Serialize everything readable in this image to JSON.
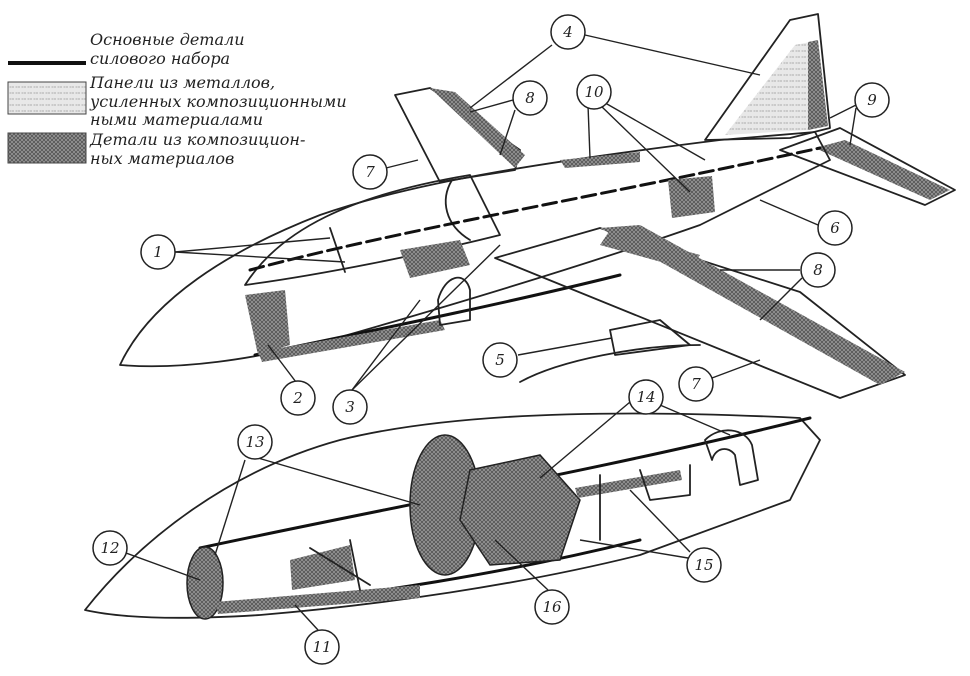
{
  "legend": {
    "items": [
      {
        "lines": [
          "Основные детали",
          "силового набора"
        ],
        "swatch": "thick-line"
      },
      {
        "lines": [
          "Панели из металлов,",
          "усиленных композиционными",
          "ными материалами"
        ],
        "swatch": "light-hatch"
      },
      {
        "lines": [
          "Детали из композицион-",
          "ных материалов"
        ],
        "swatch": "dense-hatch"
      }
    ]
  },
  "callouts": [
    "1",
    "2",
    "3",
    "4",
    "5",
    "6",
    "7",
    "7",
    "8",
    "8",
    "9",
    "10",
    "11",
    "12",
    "13",
    "14",
    "15",
    "16"
  ],
  "colors": {
    "ink": "#222222",
    "background": "#ffffff",
    "light_fill": "#dcdcdc",
    "dense_fill": "#8a8a8a"
  }
}
